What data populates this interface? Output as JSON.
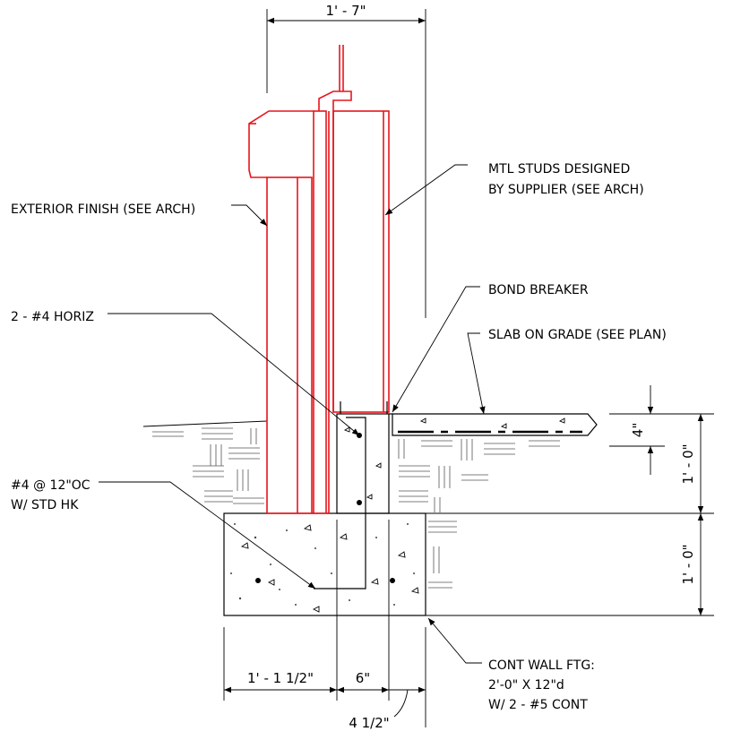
{
  "labels": {
    "exterior_finish": "EXTERIOR FINISH (SEE ARCH)",
    "mtl_studs_1": "MTL STUDS DESIGNED",
    "mtl_studs_2": "BY SUPPLIER (SEE ARCH)",
    "horiz_bars": "2 - #4 HORIZ",
    "bond_breaker": "BOND BREAKER",
    "slab_on_grade": "SLAB ON GRADE (SEE PLAN)",
    "dowels_1": "#4 @ 12\"OC",
    "dowels_2": "W/ STD HK",
    "footing_1": "CONT WALL FTG:",
    "footing_2": "2'-0\" X 12\"d",
    "footing_3": "W/ 2 - #5 CONT"
  },
  "dimensions": {
    "top_width": "1' - 7\"",
    "slab_thickness": "4\"",
    "stem_height": "1' - 0\"",
    "footing_depth": "1' - 0\"",
    "left_offset": "1' - 1 1/2\"",
    "stem_width": "6\"",
    "toe_width": "4 1/2\""
  },
  "colors": {
    "wall_lines": "#e8141c",
    "concrete_lines": "#000000"
  }
}
